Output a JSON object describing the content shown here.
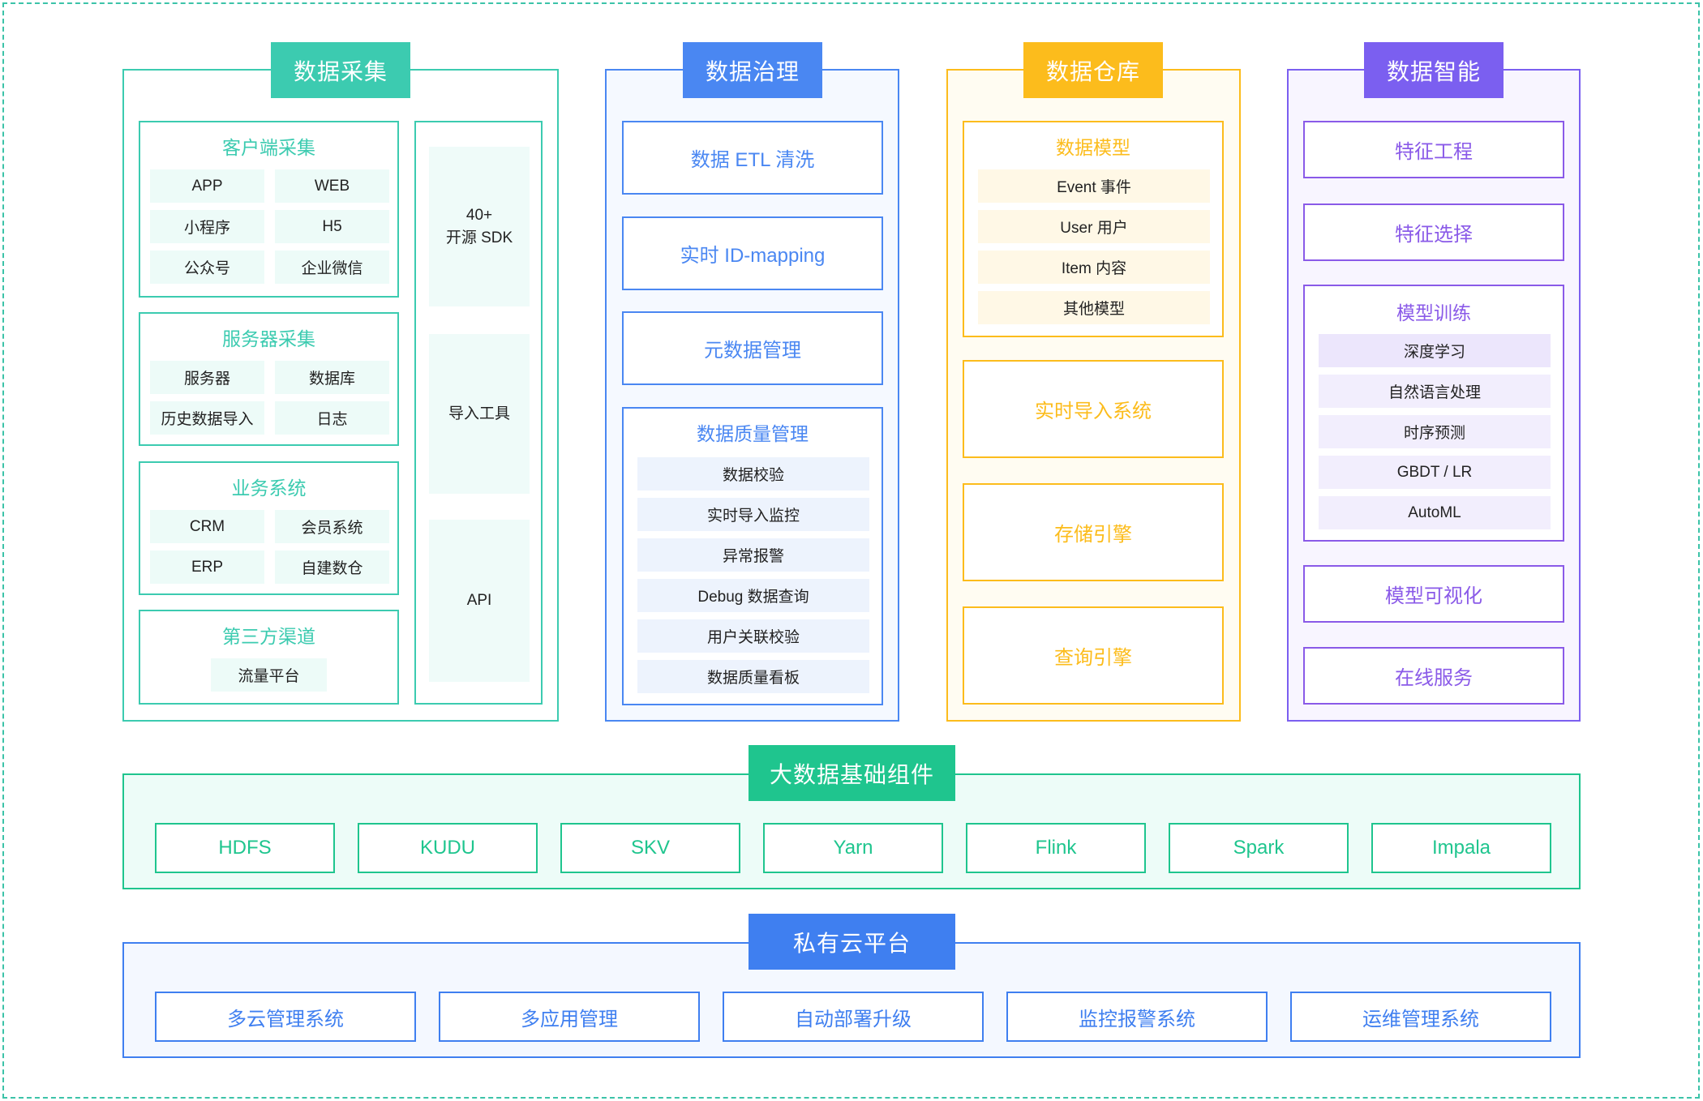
{
  "colors": {
    "teal": "#3ccbb0",
    "blue": "#4a87f2",
    "orange": "#fcbc1c",
    "purple": "#7b5ff0",
    "green": "#1fc58e",
    "deep_blue": "#3f7ff0"
  },
  "collection": {
    "title": "数据采集",
    "client": {
      "title": "客户端采集",
      "items": [
        "APP",
        "WEB",
        "小程序",
        "H5",
        "公众号",
        "企业微信"
      ]
    },
    "server": {
      "title": "服务器采集",
      "items": [
        "服务器",
        "数据库",
        "历史数据导入",
        "日志"
      ]
    },
    "business": {
      "title": "业务系统",
      "items": [
        "CRM",
        "会员系统",
        "ERP",
        "自建数仓"
      ]
    },
    "third_party": {
      "title": "第三方渠道",
      "items": [
        "流量平台"
      ]
    },
    "side": [
      "40+\n开源 SDK",
      "导入工具",
      "API"
    ]
  },
  "governance": {
    "title": "数据治理",
    "items": [
      "数据 ETL 清洗",
      "实时 ID-mapping",
      "元数据管理"
    ],
    "quality": {
      "title": "数据质量管理",
      "items": [
        "数据校验",
        "实时导入监控",
        "异常报警",
        "Debug 数据查询",
        "用户关联校验",
        "数据质量看板"
      ]
    }
  },
  "warehouse": {
    "title": "数据仓库",
    "model": {
      "title": "数据模型",
      "items": [
        "Event 事件",
        "User 用户",
        "Item 内容",
        "其他模型"
      ]
    },
    "items": [
      "实时导入系统",
      "存储引擎",
      "查询引擎"
    ]
  },
  "intelligence": {
    "title": "数据智能",
    "top_items": [
      "特征工程",
      "特征选择"
    ],
    "training": {
      "title": "模型训练",
      "items": [
        "深度学习",
        "自然语言处理",
        "时序预测",
        "GBDT / LR",
        "AutoML"
      ]
    },
    "bottom_items": [
      "模型可视化",
      "在线服务"
    ]
  },
  "bigdata": {
    "title": "大数据基础组件",
    "items": [
      "HDFS",
      "KUDU",
      "SKV",
      "Yarn",
      "Flink",
      "Spark",
      "Impala"
    ]
  },
  "cloud": {
    "title": "私有云平台",
    "items": [
      "多云管理系统",
      "多应用管理",
      "自动部署升级",
      "监控报警系统",
      "运维管理系统"
    ]
  }
}
